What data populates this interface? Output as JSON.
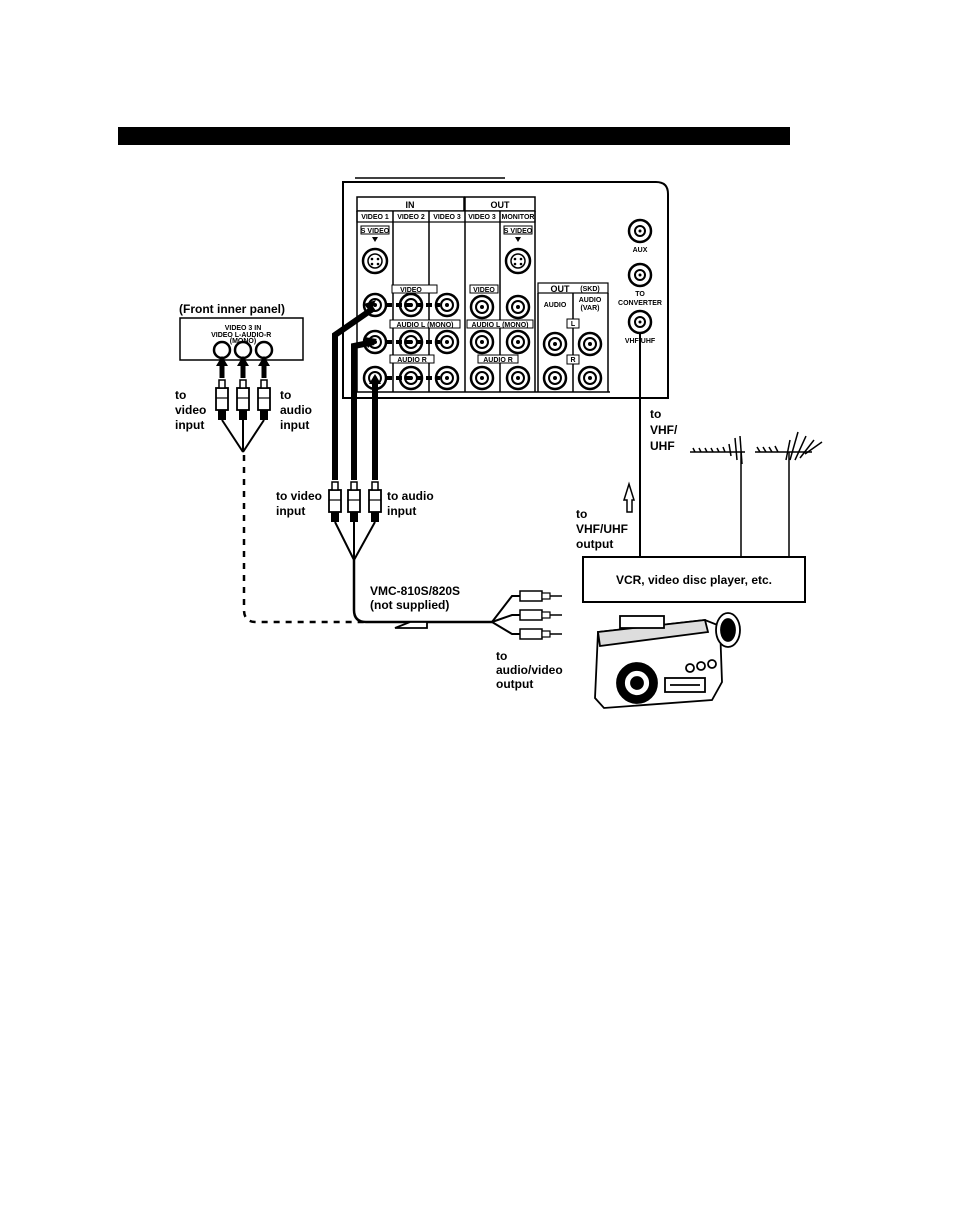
{
  "diagram": {
    "front_panel": {
      "title": "(Front inner panel)",
      "group_label": "VIDEO 3 IN",
      "jack_labels": [
        "VIDEO",
        "L-AUDIO-R",
        "(MONO)"
      ]
    },
    "rear_panel": {
      "in_header": "IN",
      "out_header": "OUT",
      "columns": [
        "VIDEO 1",
        "VIDEO 2",
        "VIDEO 3",
        "VIDEO 3",
        "MONITOR"
      ],
      "s_video": "S VIDEO",
      "row_video": "VIDEO",
      "row_audio_l": "AUDIO L (MONO)",
      "row_audio_r": "AUDIO R",
      "out_sub": "OUT",
      "out_sub_note": "(SKD)",
      "audio": "AUDIO",
      "audio_var_1": "AUDIO",
      "audio_var_2": "(VAR)",
      "ch_l": "L",
      "ch_r": "R",
      "aux": "AUX",
      "to_converter_1": "TO",
      "to_converter_2": "CONVERTER",
      "vhf_uhf": "VHF/UHF"
    },
    "labels": {
      "to_video_input_left_1": "to",
      "to_video_input_left_2": "video",
      "to_video_input_left_3": "input",
      "to_audio_input_left_1": "to",
      "to_audio_input_left_2": "audio",
      "to_audio_input_left_3": "input",
      "to_video_input_mid_1": "to video",
      "to_video_input_mid_2": "input",
      "to_audio_input_mid_1": "to audio",
      "to_audio_input_mid_2": "input",
      "cable_1": "VMC-810S/820S",
      "cable_2": "(not supplied)",
      "to_vhf_1": "to",
      "to_vhf_2": "VHF/",
      "to_vhf_3": "UHF",
      "to_vhf_out_1": "to",
      "to_vhf_out_2": "VHF/UHF",
      "to_vhf_out_3": "output",
      "vcr_box": "VCR, video disc player, etc.",
      "to_av_out_1": "to",
      "to_av_out_2": "audio/video",
      "to_av_out_3": "output"
    }
  }
}
